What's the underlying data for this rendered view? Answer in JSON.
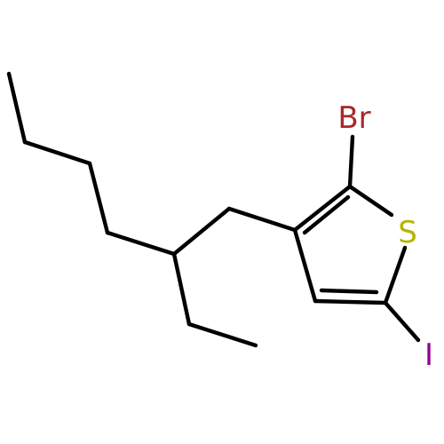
{
  "atoms": {
    "bromine": {
      "symbol": "Br",
      "color": "#a52a2a"
    },
    "sulfur": {
      "symbol": "S",
      "color": "#b5b500"
    },
    "iodine": {
      "symbol": "I",
      "color": "#940094"
    }
  },
  "bond_color": "#000000"
}
